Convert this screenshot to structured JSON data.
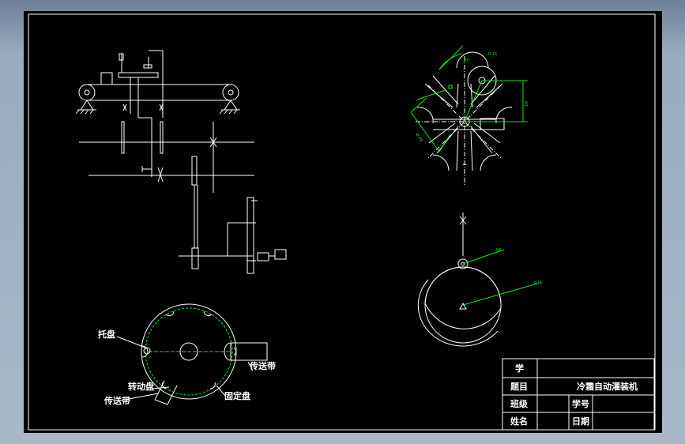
{
  "labels": {
    "tray": "托盘",
    "conveyor_right": "传送带",
    "rotary_disc": "转动盘",
    "conveyor_left": "传送带",
    "fixed_disc": "固定盘"
  },
  "title_block": {
    "row1_label": "学",
    "row2_label": "题目",
    "row2_value": "冷霜自动灌装机",
    "row3_label": "班级",
    "row3_mid": "学号",
    "row4_label": "姓名",
    "row4_mid": "日期"
  },
  "colors": {
    "viewport_bg": "#000000",
    "line": "#ffffff",
    "dimension": "#19e61a"
  }
}
